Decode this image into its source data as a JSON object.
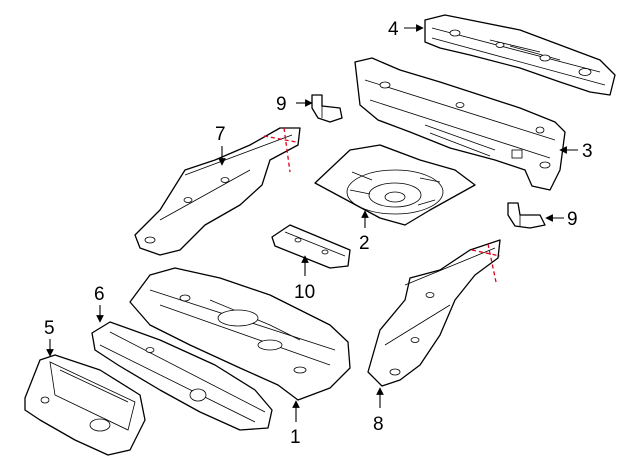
{
  "diagram": {
    "callouts": [
      {
        "id": "c1",
        "text": "1"
      },
      {
        "id": "c2",
        "text": "2"
      },
      {
        "id": "c3",
        "text": "3"
      },
      {
        "id": "c4",
        "text": "4"
      },
      {
        "id": "c5",
        "text": "5"
      },
      {
        "id": "c6",
        "text": "6"
      },
      {
        "id": "c7",
        "text": "7"
      },
      {
        "id": "c8",
        "text": "8"
      },
      {
        "id": "c9a",
        "text": "9"
      },
      {
        "id": "c9b",
        "text": "9"
      },
      {
        "id": "c10",
        "text": "10"
      }
    ],
    "colors": {
      "line": "#000000",
      "cut_line": "#e0001a",
      "background": "#ffffff"
    }
  }
}
